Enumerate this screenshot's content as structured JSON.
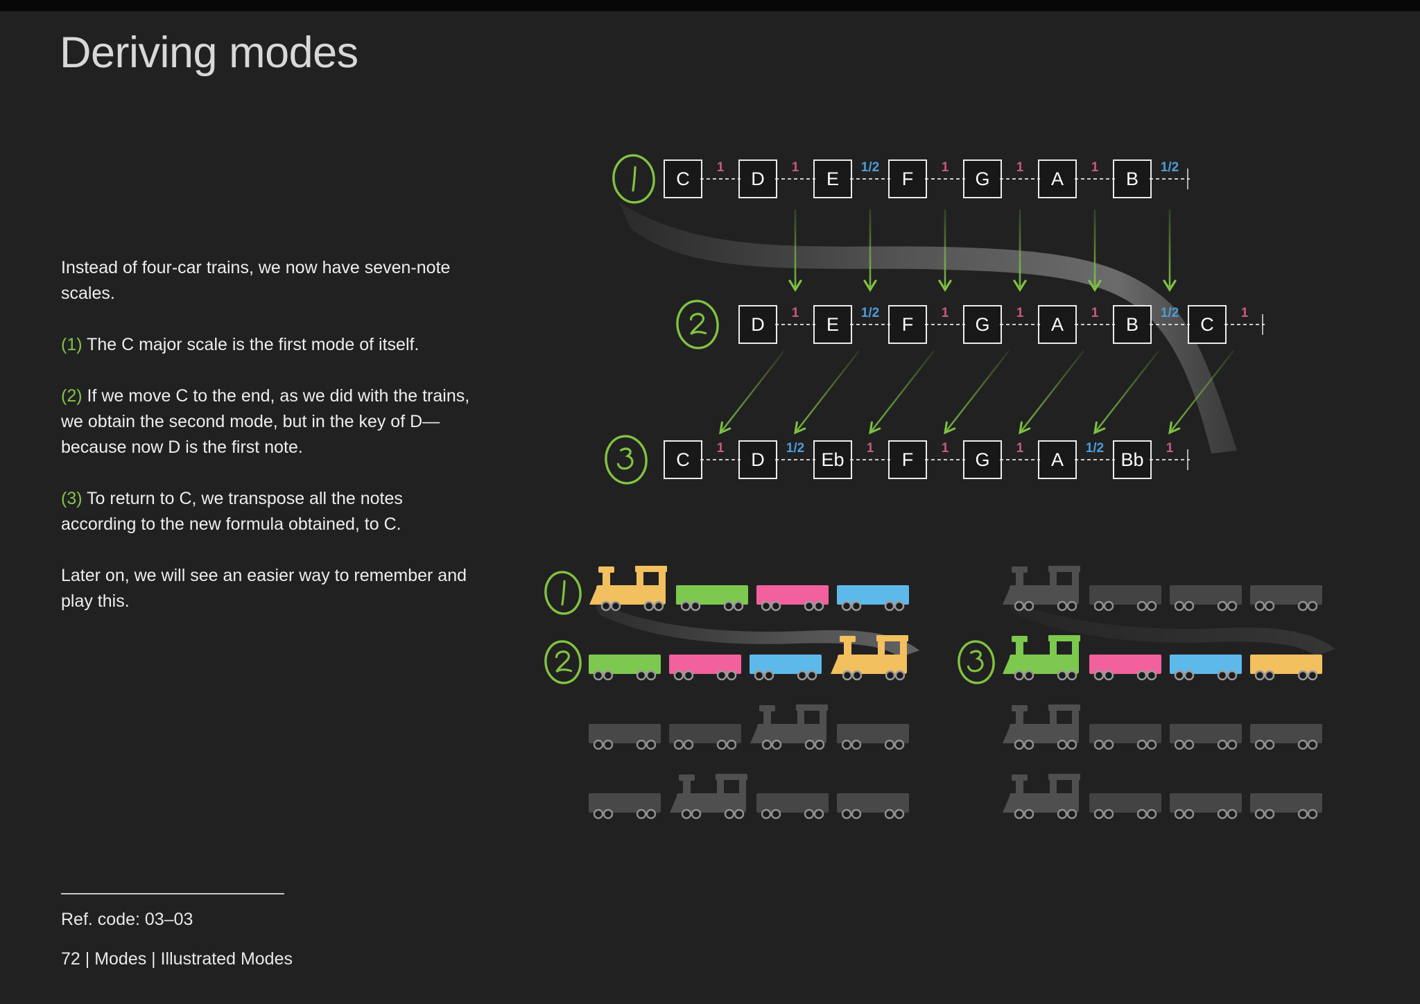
{
  "page": {
    "title": "Deriving modes"
  },
  "paragraphs": [
    {
      "prefix": "",
      "text": "Instead of four-car trains, we now have seven-note scales."
    },
    {
      "prefix": "(1)",
      "text": " The C major scale is the first mode of itself."
    },
    {
      "prefix": "(2)",
      "text": " If we move C to the end, as we did with the trains, we obtain the second mode, but in the key of D—because now D is the first note."
    },
    {
      "prefix": "(3)",
      "text": " To return to C, we transpose all the notes according to the new formula obtained, to C."
    },
    {
      "prefix": "",
      "text": "Later on, we will see an easier way to remember and play this."
    }
  ],
  "footer": {
    "ref_code": "Ref. code: 03–03",
    "page_info": "72 | Modes | Illustrated Modes"
  },
  "colors": {
    "accent_green": "#82c341",
    "interval_whole": "#c85d79",
    "interval_half": "#4d9cd8",
    "car_yellow": "#f2c05e",
    "car_green": "#7dc84f",
    "car_pink": "#f2619d",
    "car_blue": "#5db9ea",
    "dim_locomotive": "#535353",
    "dim_car": "#4a4a4a"
  },
  "scale_rows": [
    {
      "label": "1",
      "notes": [
        "C",
        "D",
        "E",
        "F",
        "G",
        "A",
        "B"
      ],
      "intervals": [
        "1",
        "1",
        "1/2",
        "1",
        "1",
        "1",
        "1/2"
      ]
    },
    {
      "label": "2",
      "notes": [
        "D",
        "E",
        "F",
        "G",
        "A",
        "B",
        "C"
      ],
      "intervals": [
        "1",
        "1/2",
        "1",
        "1",
        "1",
        "1/2",
        "1"
      ]
    },
    {
      "label": "3",
      "notes": [
        "C",
        "D",
        "Eb",
        "F",
        "G",
        "A",
        "Bb"
      ],
      "intervals": [
        "1",
        "1/2",
        "1",
        "1",
        "1",
        "1/2",
        "1"
      ]
    }
  ],
  "trains": [
    {
      "column": "left",
      "row": 1,
      "label": "1",
      "dimmed": false,
      "cars": [
        {
          "type": "locomotive",
          "color": "yellow"
        },
        {
          "type": "car",
          "color": "green"
        },
        {
          "type": "car",
          "color": "pink"
        },
        {
          "type": "car",
          "color": "blue"
        }
      ]
    },
    {
      "column": "left",
      "row": 2,
      "label": "2",
      "dimmed": false,
      "cars": [
        {
          "type": "car",
          "color": "green"
        },
        {
          "type": "car",
          "color": "pink"
        },
        {
          "type": "car",
          "color": "blue"
        },
        {
          "type": "locomotive",
          "color": "yellow"
        }
      ]
    },
    {
      "column": "left",
      "row": 3,
      "label": "",
      "dimmed": true,
      "cars": [
        {
          "type": "car",
          "color": "dim"
        },
        {
          "type": "car",
          "color": "dim"
        },
        {
          "type": "locomotive",
          "color": "dim"
        },
        {
          "type": "car",
          "color": "dim"
        }
      ]
    },
    {
      "column": "left",
      "row": 4,
      "label": "",
      "dimmed": true,
      "cars": [
        {
          "type": "car",
          "color": "dim"
        },
        {
          "type": "locomotive",
          "color": "dim"
        },
        {
          "type": "car",
          "color": "dim"
        },
        {
          "type": "car",
          "color": "dim"
        }
      ]
    },
    {
      "column": "right",
      "row": 1,
      "label": "",
      "dimmed": true,
      "cars": [
        {
          "type": "locomotive",
          "color": "dim"
        },
        {
          "type": "car",
          "color": "dim"
        },
        {
          "type": "car",
          "color": "dim"
        },
        {
          "type": "car",
          "color": "dim"
        }
      ]
    },
    {
      "column": "right",
      "row": 2,
      "label": "3",
      "dimmed": false,
      "cars": [
        {
          "type": "locomotive",
          "color": "green"
        },
        {
          "type": "car",
          "color": "pink"
        },
        {
          "type": "car",
          "color": "blue"
        },
        {
          "type": "car",
          "color": "yellow"
        }
      ]
    },
    {
      "column": "right",
      "row": 3,
      "label": "",
      "dimmed": true,
      "cars": [
        {
          "type": "locomotive",
          "color": "dim"
        },
        {
          "type": "car",
          "color": "dim"
        },
        {
          "type": "car",
          "color": "dim"
        },
        {
          "type": "car",
          "color": "dim"
        }
      ]
    },
    {
      "column": "right",
      "row": 4,
      "label": "",
      "dimmed": true,
      "cars": [
        {
          "type": "locomotive",
          "color": "dim"
        },
        {
          "type": "car",
          "color": "dim"
        },
        {
          "type": "car",
          "color": "dim"
        },
        {
          "type": "car",
          "color": "dim"
        }
      ]
    }
  ]
}
